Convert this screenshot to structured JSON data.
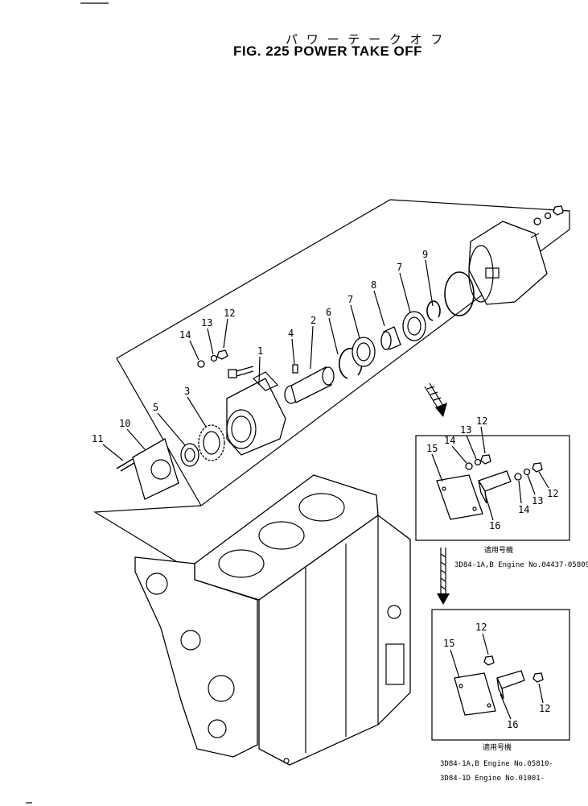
{
  "figure": {
    "title_jp": "パ ワ ー テ ー ク オ フ",
    "title_en": "FIG. 225  POWER TAKE OFF"
  },
  "callouts": {
    "main": [
      "1",
      "2",
      "3",
      "4",
      "5",
      "6",
      "7",
      "7",
      "8",
      "9",
      "10",
      "11",
      "12",
      "13",
      "14"
    ],
    "inset1": [
      "12",
      "13",
      "14",
      "15",
      "16",
      "12",
      "13",
      "14"
    ],
    "inset2": [
      "12",
      "15",
      "16",
      "12"
    ]
  },
  "notes": {
    "inset1_jp": "適用号機",
    "inset1_line1": "3D84-1A,B Engine No.04437-05809",
    "inset2_jp": "適用号機",
    "inset2_line1": "3D84-1A,B Engine No.05810-",
    "inset2_line2": "3D84-1D   Engine No.01001-"
  }
}
